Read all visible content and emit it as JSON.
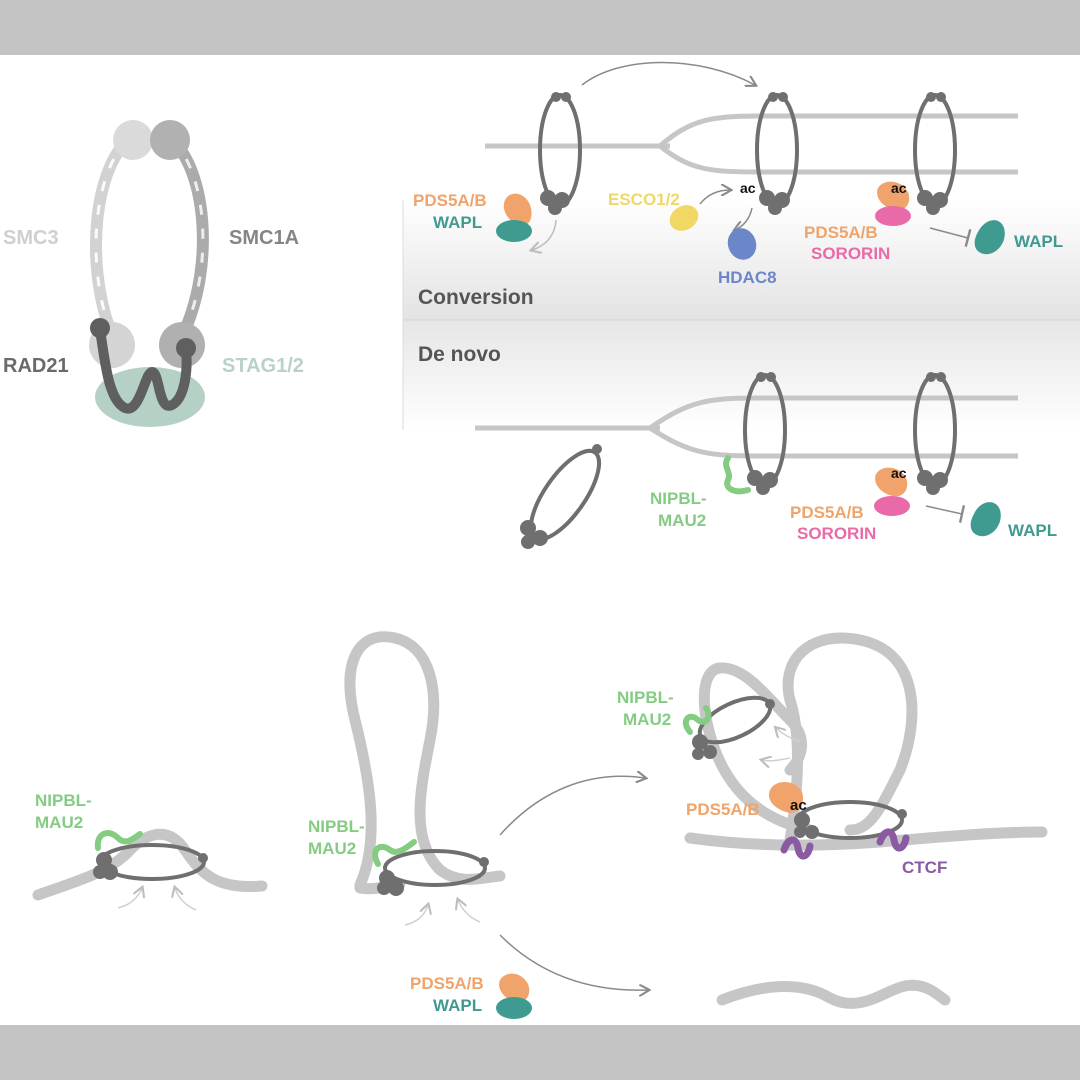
{
  "colors": {
    "band": "#c2c3c2",
    "dna": "#c6c6c6",
    "ring": "#6f6f6f",
    "smc3": "#cfcfcf",
    "smc1a": "#a9a9a9",
    "rad21": "#5f5f5f",
    "stag": "#a8c9bb",
    "pds5": "#f0a36a",
    "wapl": "#3f9a90",
    "esco": "#f1d764",
    "hdac8": "#6b86c9",
    "sororin": "#e96aa8",
    "nipbl": "#85cc83",
    "ctcf": "#8a5ba3"
  },
  "structure": {
    "smc3": "SMC3",
    "smc1a": "SMC1A",
    "rad21": "RAD21",
    "stag": "STAG1/2"
  },
  "conversion": {
    "title": "Conversion",
    "pds5": "PDS5A/B",
    "wapl": "WAPL",
    "esco": "ESCO1/2",
    "ac1": "ac",
    "hdac8": "HDAC8",
    "ac2": "ac",
    "pds5_2": "PDS5A/B",
    "sororin": "SORORIN",
    "wapl_2": "WAPL"
  },
  "denovo": {
    "title": "De novo",
    "nipbl_1": "NIPBL-",
    "nipbl_2": "MAU2",
    "ac": "ac",
    "pds5": "PDS5A/B",
    "sororin": "SORORIN",
    "wapl": "WAPL"
  },
  "extrusion": {
    "nipbl_a1": "NIPBL-",
    "nipbl_a2": "MAU2",
    "nipbl_b1": "NIPBL-",
    "nipbl_b2": "MAU2",
    "nipbl_c1": "NIPBL-",
    "nipbl_c2": "MAU2",
    "pds5": "PDS5A/B",
    "ac": "ac",
    "ctcf": "CTCF",
    "pds5_w": "PDS5A/B",
    "wapl": "WAPL"
  }
}
